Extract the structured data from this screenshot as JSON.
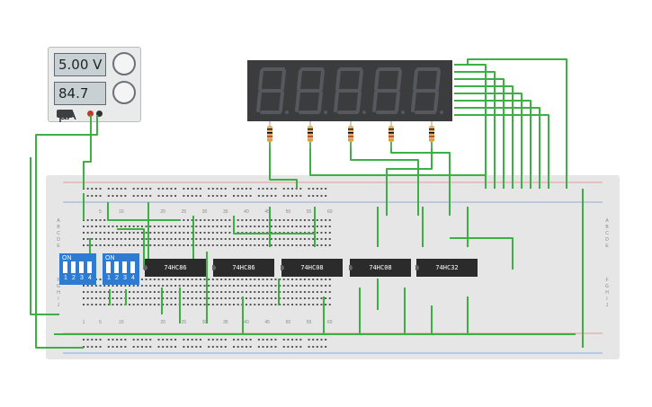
{
  "power_supply": {
    "voltage_readout": "5.00 V",
    "current_readout": "84.7 μA"
  },
  "breadboard": {
    "column_numbers": [
      "1",
      "5",
      "10",
      "20",
      "25",
      "30",
      "35",
      "40",
      "45",
      "50",
      "55",
      "60"
    ],
    "row_letters_top": [
      "A",
      "B",
      "C",
      "D",
      "E"
    ],
    "row_letters_bottom": [
      "F",
      "G",
      "H",
      "I",
      "J"
    ]
  },
  "dip_switches": [
    {
      "label": "ON",
      "switch_numbers": [
        "1",
        "2",
        "3",
        "4"
      ]
    },
    {
      "label": "ON",
      "switch_numbers": [
        "1",
        "2",
        "3",
        "4"
      ]
    }
  ],
  "chips": [
    "74HC86",
    "74HC86",
    "74HC08",
    "74HC08",
    "74HC32"
  ],
  "seven_segment_digits": 5,
  "resistor_count": 5,
  "colors": {
    "wire": "#3cb043",
    "breadboard": "#e6e6e6",
    "chip": "#2b2b2b",
    "dip_switch": "#2e7bd3",
    "display_body": "#3a3c3e",
    "power_rail_red": "#d9534f"
  }
}
